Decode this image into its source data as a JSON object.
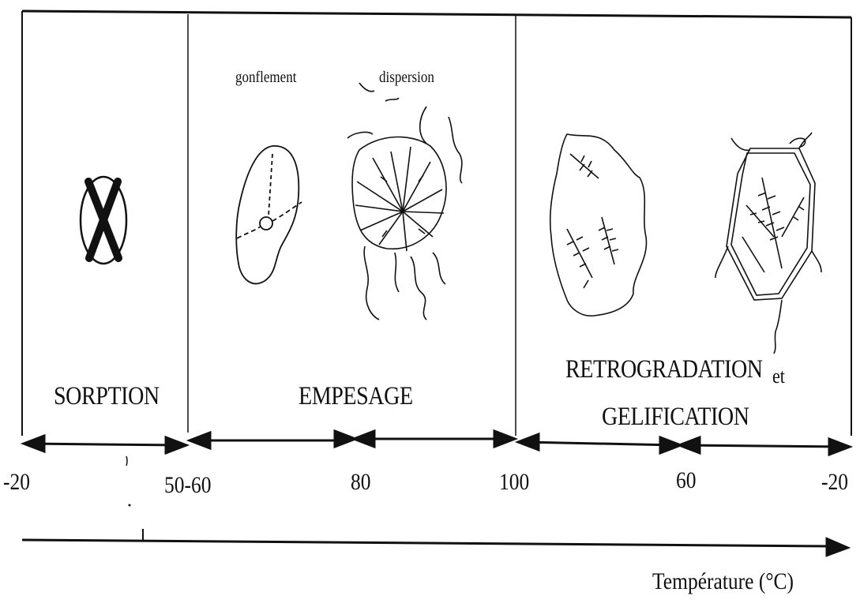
{
  "phases": {
    "sorption": "SORPTION",
    "empesage": "EMPESAGE",
    "retrogradation_line1": "RETROGRADATION",
    "retrogradation_et": "et",
    "retrogradation_line2": "GELIFICATION"
  },
  "granule_labels": {
    "swelling": "gonflement",
    "dispersion": "dispersion"
  },
  "temperature_ticks": [
    "-20",
    "50-60",
    "80",
    "100",
    "60",
    "-20"
  ],
  "axis": {
    "label": "Température (°C)"
  },
  "colors": {
    "ink": "#111111",
    "background": "#ffffff"
  }
}
